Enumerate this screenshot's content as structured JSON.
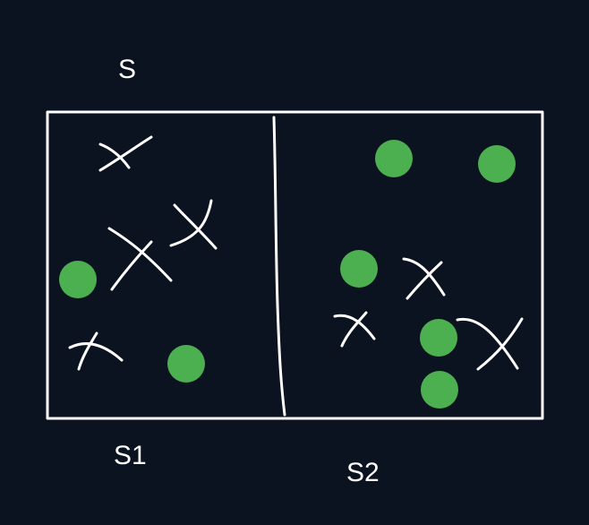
{
  "labels": {
    "set_label": "S",
    "left_subset_label": "S1",
    "right_subset_label": "S2"
  },
  "colors": {
    "background": "#0b1220",
    "ink": "#ffffff",
    "dot": "#4caf50"
  },
  "marks": {
    "cross_icon": "hand-drawn-x",
    "dot_icon": "green-filled-circle"
  }
}
